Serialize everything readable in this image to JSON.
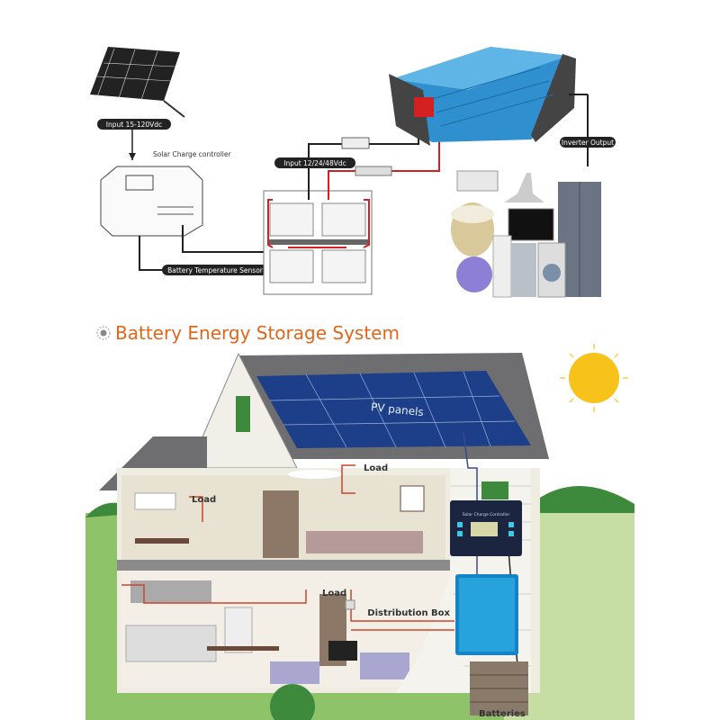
{
  "top_diagram": {
    "input_pv_label": "Input 15-120Vdc",
    "controller_label": "Solar Charge controller",
    "input_battery_label": "Input 12/24/48Vdc",
    "inverter_output_label": "Inverter Output",
    "temp_sensor_label": "Battery Temperature Sensor"
  },
  "section_title": "Battery Energy Storage System",
  "house_diagram": {
    "pv_label": "PV panels",
    "load_labels": [
      "Load",
      "Load",
      "Load"
    ],
    "distribution_label": "Distribution Box",
    "controller_device_label": "Solar Charge Controller",
    "batteries_label": "Batteries"
  },
  "colors": {
    "accent": "#e0661b",
    "inverter_blue": "#2f8fcf",
    "wire_red": "#d42020",
    "sky_sun": "#f7c21a"
  }
}
